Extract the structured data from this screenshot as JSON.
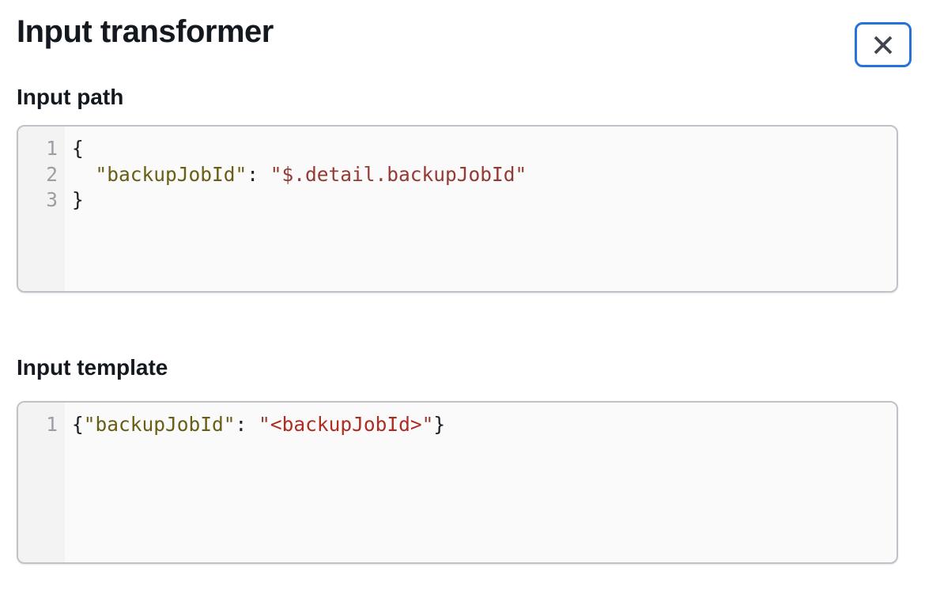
{
  "dialog": {
    "title": "Input transformer"
  },
  "colors": {
    "accent_focus_ring": "#2673da",
    "close_icon": "#41454e",
    "heading_text": "#14181f",
    "editor_border": "#c1c2c9",
    "editor_background": "#fafafa",
    "gutter_background": "#f3f3f4",
    "line_number": "#9b9fa3",
    "token_plain": "#1b1e23",
    "token_key": "#695e14",
    "token_string": "#953a32",
    "token_variable": "#ad2d23"
  },
  "sections": [
    {
      "label": "Input path",
      "lines": [
        {
          "number": "1",
          "tokens": [
            [
              "plain",
              "{"
            ]
          ]
        },
        {
          "number": "2",
          "tokens": [
            [
              "plain",
              "  "
            ],
            [
              "key",
              "\"backupJobId\""
            ],
            [
              "plain",
              ": "
            ],
            [
              "string",
              "\"$.detail.backupJobId\""
            ]
          ]
        },
        {
          "number": "3",
          "tokens": [
            [
              "plain",
              "}"
            ]
          ]
        }
      ]
    },
    {
      "label": "Input template",
      "lines": [
        {
          "number": "1",
          "tokens": [
            [
              "plain",
              "{"
            ],
            [
              "key",
              "\"backupJobId\""
            ],
            [
              "plain",
              ": "
            ],
            [
              "string",
              "\""
            ],
            [
              "variable",
              "<backupJobId>"
            ],
            [
              "string",
              "\""
            ],
            [
              "plain",
              "}"
            ]
          ]
        }
      ]
    }
  ]
}
